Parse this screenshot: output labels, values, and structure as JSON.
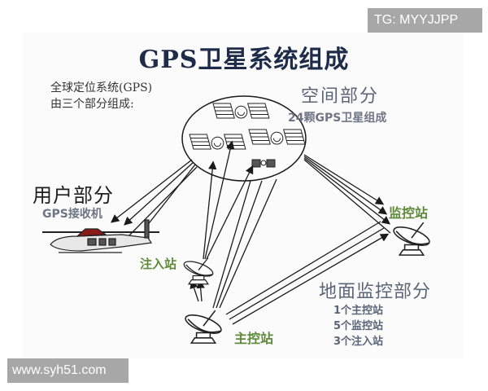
{
  "watermarks": {
    "top_right": "TG: MYYJJPP",
    "bottom_left": "www.syh51.com"
  },
  "diagram": {
    "title": "GPS卫星系统组成",
    "intro": [
      "全球定位系统(GPS)",
      "由三个部分组成:"
    ],
    "space_segment": {
      "heading": "空间部分",
      "subtitle": "24颗GPS卫星组成"
    },
    "user_segment": {
      "heading": "用户部分",
      "subtitle": "GPS接收机"
    },
    "stations": {
      "injection": "注入站",
      "monitor": "监控站",
      "master": "主控站"
    },
    "ground_segment": {
      "heading": "地面监控部分",
      "items": [
        "1个主控站",
        "5个监控站",
        "3个注入站"
      ]
    },
    "icons": [
      "satellite-icon",
      "helicopter-icon",
      "dish-antenna-icon"
    ],
    "colors": {
      "title": "#1e2c4a",
      "segment_heading": "#5a6578",
      "station_label": "#5e8a3a",
      "watermark_bg": "#a7a7a7",
      "line": "#1a1a1a"
    }
  }
}
